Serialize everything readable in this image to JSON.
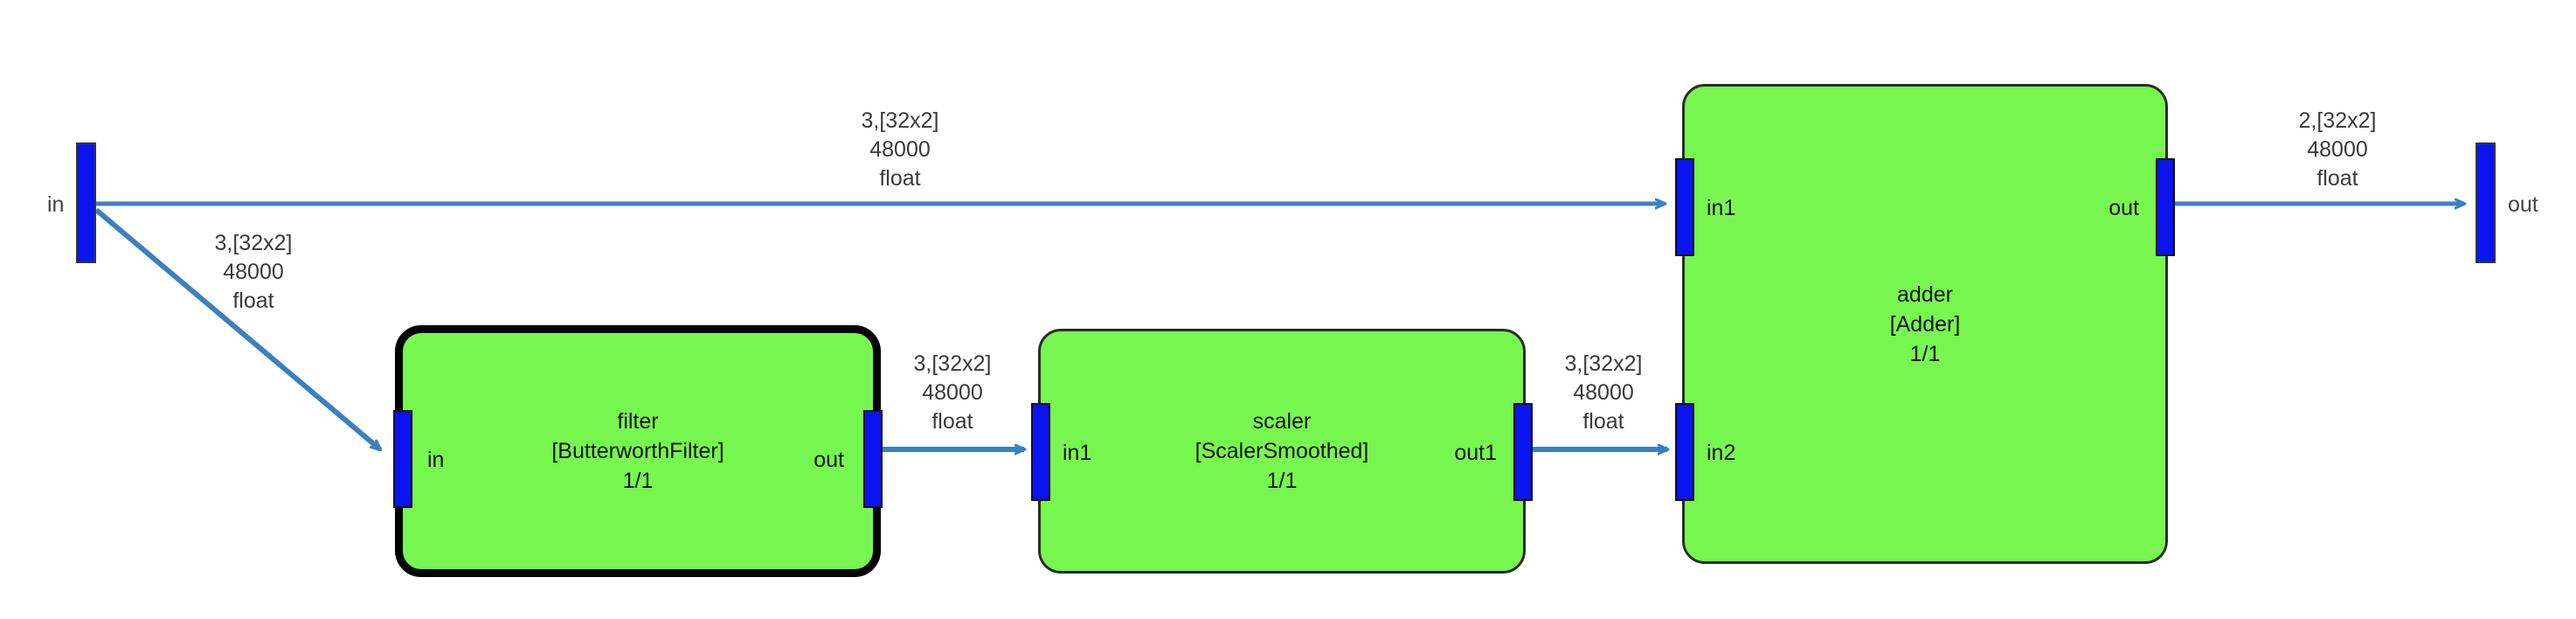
{
  "diagram": {
    "title": "signal-flow-graph",
    "colors": {
      "block_fill": "#77f74f",
      "block_border": "#2b2b2b",
      "selected_border": "#000000",
      "port_fill": "#0a14ef",
      "edge_stroke": "#3d7fbf",
      "text": "#111111",
      "background": "#ffffff"
    }
  },
  "terminals": [
    {
      "id": "graph-in",
      "label": "in"
    },
    {
      "id": "graph-out",
      "label": "out"
    }
  ],
  "blocks": [
    {
      "id": "filter",
      "name": "filter",
      "type": "[ButterworthFilter]",
      "ratio": "1/1",
      "selected": true,
      "ports": {
        "in": "in",
        "out": "out"
      }
    },
    {
      "id": "scaler",
      "name": "scaler",
      "type": "[ScalerSmoothed]",
      "ratio": "1/1",
      "selected": false,
      "ports": {
        "in": "in1",
        "out": "out1"
      }
    },
    {
      "id": "adder",
      "name": "adder",
      "type": "[Adder]",
      "ratio": "1/1",
      "selected": false,
      "ports": {
        "in1": "in1",
        "in2": "in2",
        "out": "out"
      }
    }
  ],
  "edges": [
    {
      "id": "in-to-adder-in1",
      "from": "graph-in",
      "to": "adder.in1",
      "label": {
        "line1": "3,[32x2]",
        "line2": "48000",
        "line3": "float"
      }
    },
    {
      "id": "in-to-filter-in",
      "from": "graph-in",
      "to": "filter.in",
      "label": {
        "line1": "3,[32x2]",
        "line2": "48000",
        "line3": "float"
      }
    },
    {
      "id": "filter-out-to-scaler-in1",
      "from": "filter.out",
      "to": "scaler.in1",
      "label": {
        "line1": "3,[32x2]",
        "line2": "48000",
        "line3": "float"
      }
    },
    {
      "id": "scaler-out1-to-adder-in2",
      "from": "scaler.out1",
      "to": "adder.in2",
      "label": {
        "line1": "3,[32x2]",
        "line2": "48000",
        "line3": "float"
      }
    },
    {
      "id": "adder-out-to-out",
      "from": "adder.out",
      "to": "graph-out",
      "label": {
        "line1": "2,[32x2]",
        "line2": "48000",
        "line3": "float"
      }
    }
  ]
}
